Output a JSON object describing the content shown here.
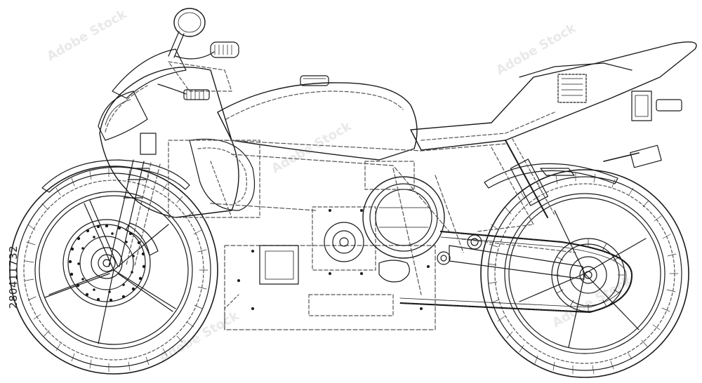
{
  "image": {
    "description_label": "Motorcycle wireframe illustration",
    "stock_id": "280411732",
    "watermark_text": "Adobe Stock"
  },
  "colors": {
    "background": "#ffffff",
    "line": "#1a1a1a",
    "dashed_line": "#555555",
    "watermark": "#e9e9e9"
  }
}
